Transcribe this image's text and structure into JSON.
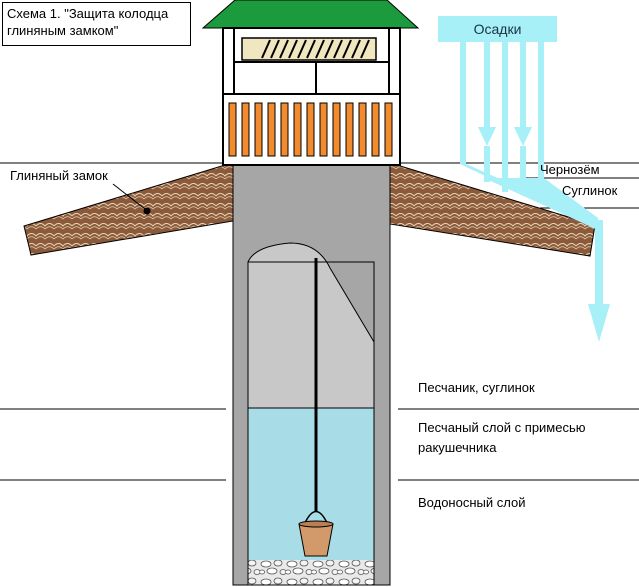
{
  "caption": {
    "line1": "Схема 1. \"Защита колодца",
    "line2": "глиняным замком\""
  },
  "labels": {
    "clay_lock": "Глиняный замок",
    "precipitation": "Осадки",
    "black_soil": "Чернозём",
    "loam": "Суглинок",
    "sandstone_loam": "Песчаник, суглинок",
    "sand_shell_layer": "Песчаный слой с примесью ракушечника",
    "aquifer": "Водоносный слой"
  },
  "colors": {
    "roof": "#1b9a3e",
    "crossbar": "#f0e6bf",
    "railings": "#f28a2e",
    "well_wall": "#a6a6a6",
    "well_air": "#c8c8c8",
    "water": "#a8dde8",
    "clay": "#8b5a3a",
    "clay_grain": "#e8d4b8",
    "rain": "#a8f0f8",
    "bucket": "#d29a6a"
  }
}
